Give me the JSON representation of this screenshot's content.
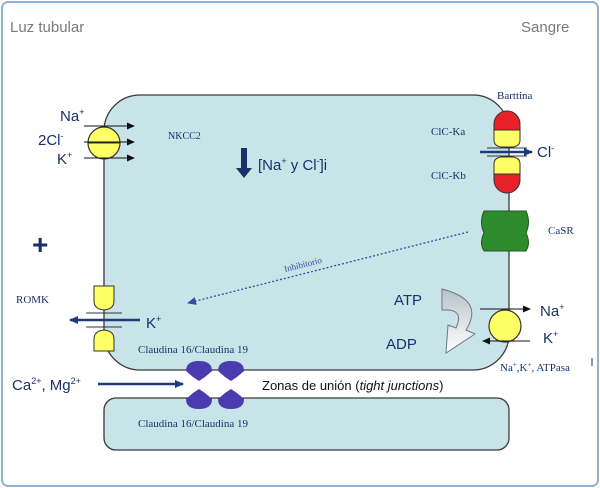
{
  "regions": {
    "lumen": "Luz tubular",
    "blood": "Sangre"
  },
  "labels": {
    "plus_sign": "+",
    "nkcc2": "NKCC2",
    "na": "Na",
    "cl2": "2Cl",
    "k": "K",
    "conc_na_cl": "[Na",
    "conc_y_cl": " y Cl",
    "conc_i": "]i",
    "barttina": "Barttina",
    "clc_ka": "ClC-Ka",
    "clc_kb": "ClC-Kb",
    "cl": "Cl",
    "casr": "CaSR",
    "inhibitorio": "Inhibitorio",
    "romk": "ROMK",
    "atp": "ATP",
    "adp": "ADP",
    "na_k_atpasa_na": "Na",
    "na_k_atpasa_k": ",K",
    "na_k_atpasa_end": ", ATPasa",
    "claudina_top": "Claudina 16/Claudina 19",
    "claudina_bottom": "Claudina 16/Claudina 19",
    "ca_mg_ca": "Ca",
    "ca_mg_sep": ", Mg",
    "zonas_prefix": "Zonas de unión (",
    "zonas_italic": "tight junctions",
    "zonas_suffix": ")"
  },
  "superscripts": {
    "plus": "+",
    "minus": "-",
    "two_plus": "2+"
  },
  "colors": {
    "frame_border": "#8fb3d6",
    "cell_fill": "#c9e4e8",
    "cell_stroke": "#3a3a3a",
    "arrow_navy": "#1f3a7a",
    "text_navy": "#1a2f6b",
    "transporter_yellow": "#ffff66",
    "channel_red": "#e8202a",
    "casr_green": "#2e8b2e",
    "claudin_purple": "#4a3bb0",
    "gray_text": "#7a7a7a",
    "inhibit_blue": "#2f4f9a"
  }
}
